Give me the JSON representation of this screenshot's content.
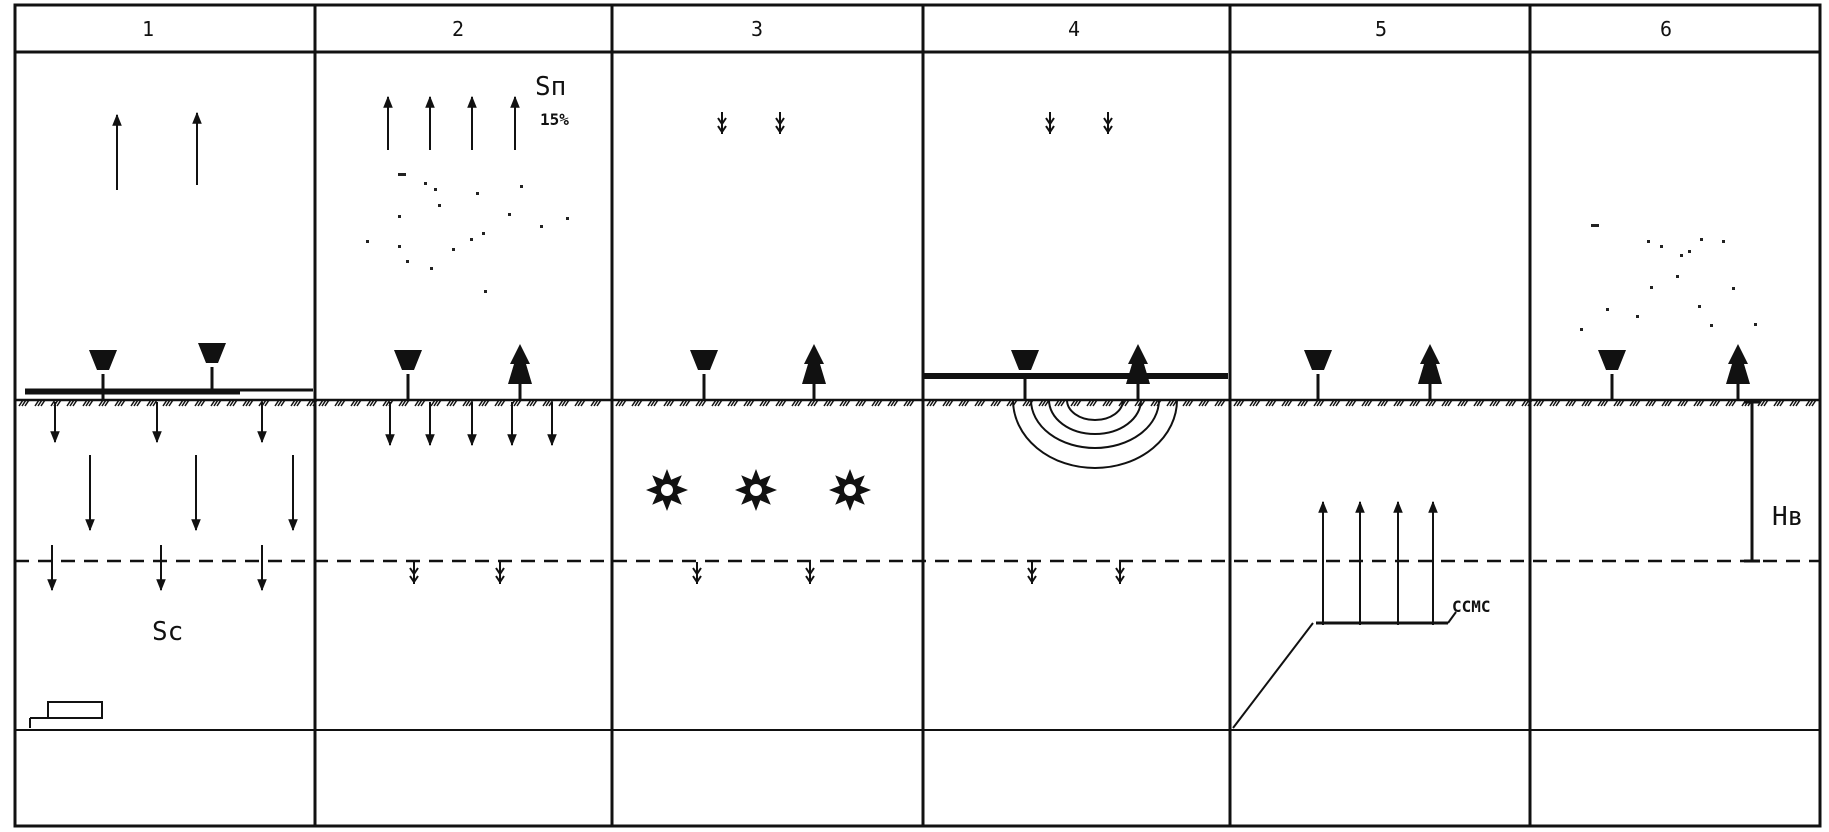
{
  "columns": [
    "1",
    "2",
    "3",
    "4",
    "5",
    "6"
  ],
  "labels": {
    "sn": "Sп",
    "sn_percent": "15%",
    "sc": "Sc",
    "ccmc": "ССМС",
    "hv": "Hв"
  }
}
